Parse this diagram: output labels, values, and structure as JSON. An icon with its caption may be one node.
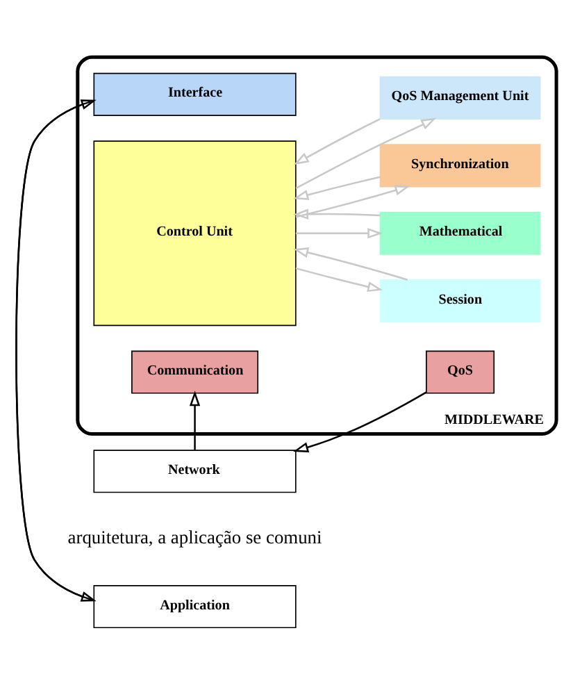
{
  "diagram": {
    "nodes": [
      {
        "text": [
          "Application"
        ]
      },
      {
        "text": [
          "MIDDLEWARE"
        ]
      },
      {
        "text": [
          "Interface"
        ],
        "in": 1
      },
      {
        "text": [
          "Control Unit"
        ],
        "in": 1
      },
      {
        "text": [
          "Communication"
        ],
        "in": 1
      },
      {
        "text": [
          "QoS"
        ],
        "in": 1
      },
      {
        "text": [
          "Session"
        ],
        "in": 1
      },
      {
        "text": [
          "Mathematical"
        ],
        "in": 1
      },
      {
        "text": [
          "Synchronization"
        ],
        "in": 1
      },
      {
        "text": [
          "QoS Management Unit"
        ],
        "in": 1
      },
      {
        "text": [
          "Network"
        ]
      }
    ],
    "edges": [
      {
        "from": 2,
        "to": 0,
        "arrow": "to",
        "color": "#000000"
      },
      {
        "from": 0,
        "to": 2,
        "arrow": "to",
        "color": "#000000"
      },
      {
        "from": 3,
        "to": 6,
        "arrow": "to",
        "color": "#c8c8c8"
      },
      {
        "from": 6,
        "to": 3,
        "arrow": "to",
        "color": "#c8c8c8"
      },
      {
        "from": 3,
        "to": 7,
        "arrow": "to",
        "color": "#c8c8c8"
      },
      {
        "from": 7,
        "to": 3,
        "arrow": "to",
        "color": "#c8c8c8"
      },
      {
        "from": 3,
        "to": 8,
        "arrow": "to",
        "color": "#c8c8c8"
      },
      {
        "from": 8,
        "to": 3,
        "arrow": "to",
        "color": "#c8c8c8"
      },
      {
        "from": 3,
        "to": 9,
        "arrow": "to",
        "color": "#c8c8c8"
      },
      {
        "from": 9,
        "to": 3,
        "arrow": "to",
        "color": "#c8c8c8"
      },
      {
        "from": 10,
        "to": 4,
        "arrow": "to",
        "color": "#000000"
      },
      {
        "from": 5,
        "to": 10,
        "arrow": "to",
        "color": "#000000"
      }
    ],
    "labels": [
      "arquitetura, a aplicação se comuni"
    ]
  }
}
